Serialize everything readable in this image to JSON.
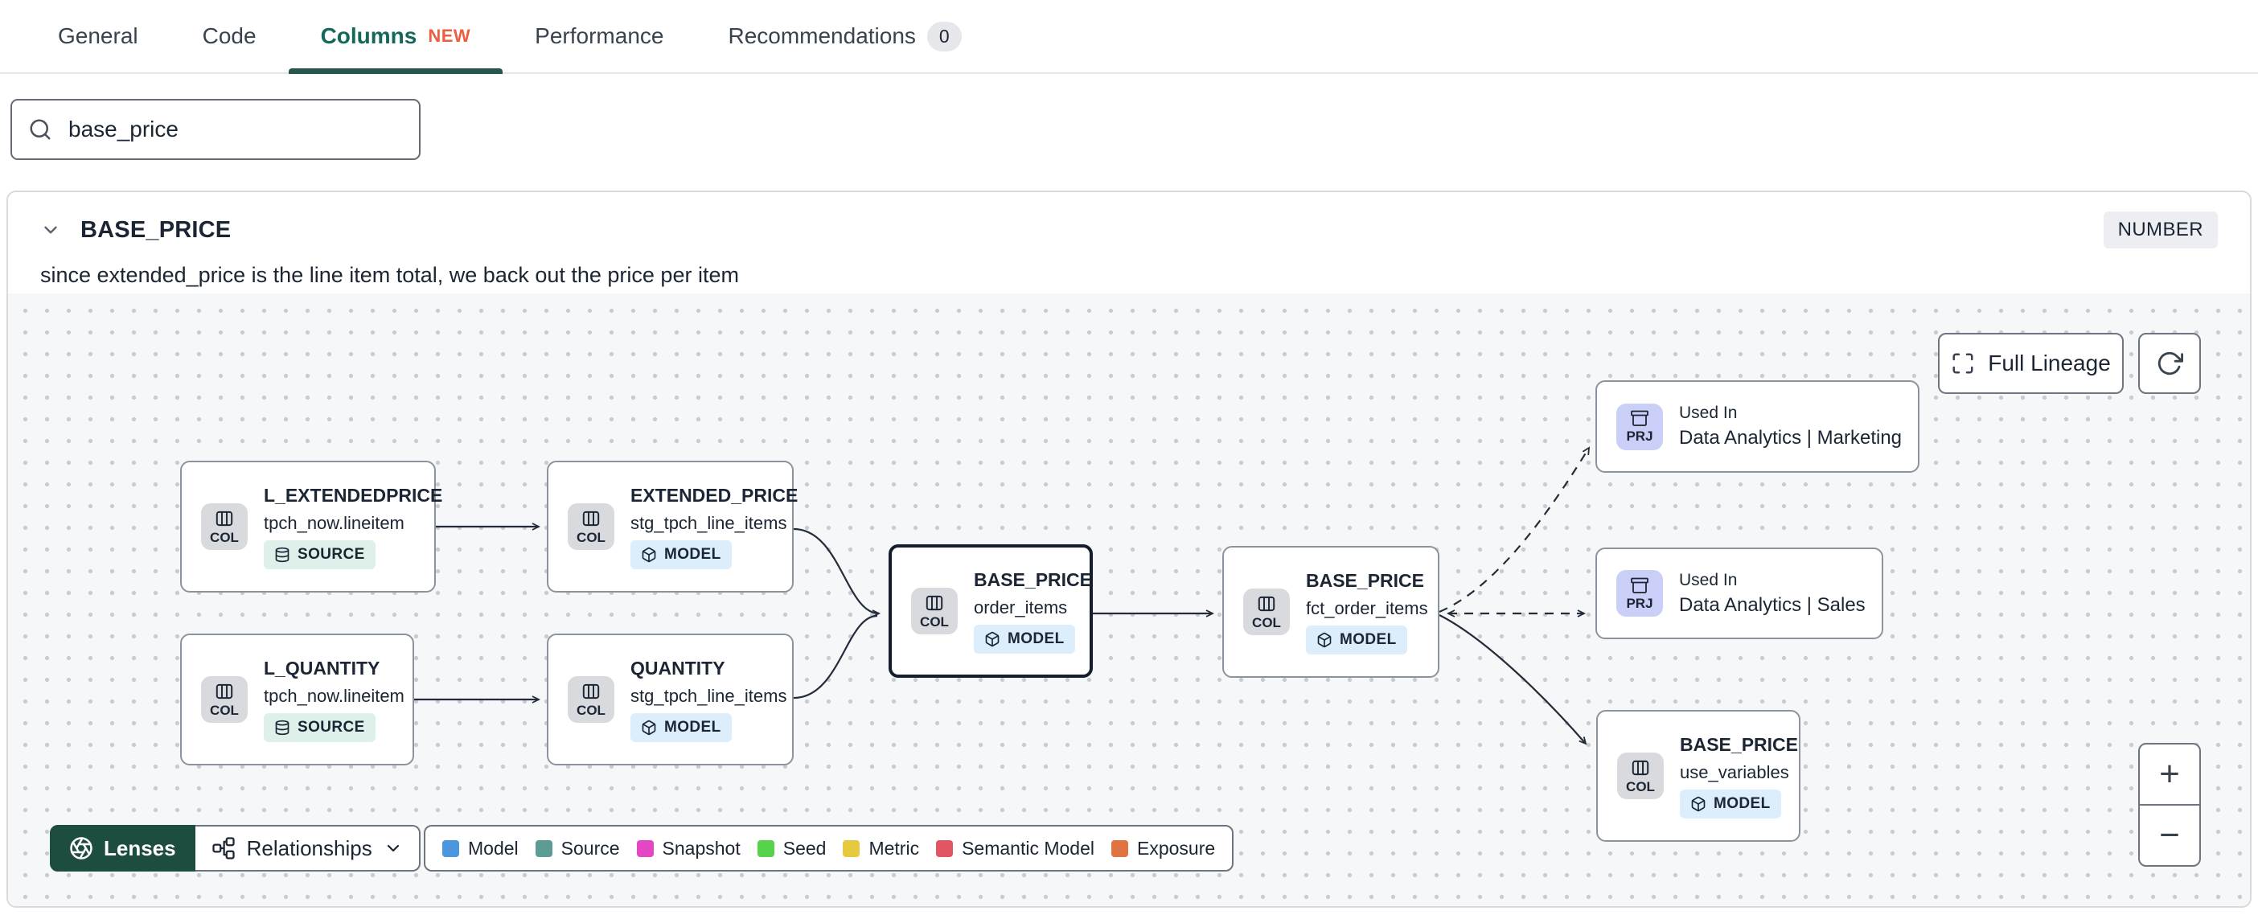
{
  "tab_bar": {
    "tabs": [
      {
        "label": "General"
      },
      {
        "label": "Code"
      },
      {
        "label": "Columns",
        "new_badge": "NEW",
        "active": true
      },
      {
        "label": "Performance"
      },
      {
        "label": "Recommendations",
        "count_badge": "0"
      }
    ]
  },
  "search": {
    "value": "base_price"
  },
  "column_panel": {
    "name": "BASE_PRICE",
    "data_type": "NUMBER",
    "description": "since extended_price is the line item total, we back out the price per item"
  },
  "lineage": {
    "controls": {
      "full_lineage": "Full Lineage",
      "zoom_in": "+",
      "zoom_out": "−"
    },
    "toolbar": {
      "lenses": "Lenses",
      "relationships": "Relationships"
    },
    "legend": [
      {
        "label": "Model",
        "color": "#4a97e0"
      },
      {
        "label": "Source",
        "color": "#5d9b95"
      },
      {
        "label": "Snapshot",
        "color": "#e446c4"
      },
      {
        "label": "Seed",
        "color": "#56d24b"
      },
      {
        "label": "Metric",
        "color": "#e7c93f"
      },
      {
        "label": "Semantic Model",
        "color": "#e25563"
      },
      {
        "label": "Exposure",
        "color": "#e0733f"
      }
    ],
    "nodes": [
      {
        "chip": "COL",
        "title": "L_EXTENDEDPRICE",
        "subtitle": "tpch_now.lineitem",
        "badge": "SOURCE"
      },
      {
        "chip": "COL",
        "title": "EXTENDED_PRICE",
        "subtitle": "stg_tpch_line_items",
        "badge": "MODEL"
      },
      {
        "chip": "COL",
        "title": "L_QUANTITY",
        "subtitle": "tpch_now.lineitem",
        "badge": "SOURCE"
      },
      {
        "chip": "COL",
        "title": "QUANTITY",
        "subtitle": "stg_tpch_line_items",
        "badge": "MODEL"
      },
      {
        "chip": "COL",
        "title": "BASE_PRICE",
        "subtitle": "order_items",
        "badge": "MODEL",
        "selected": true
      },
      {
        "chip": "COL",
        "title": "BASE_PRICE",
        "subtitle": "fct_order_items",
        "badge": "MODEL"
      },
      {
        "chip": "PRJ",
        "title": "Used In",
        "subtitle": "Data Analytics | Marketing"
      },
      {
        "chip": "PRJ",
        "title": "Used In",
        "subtitle": "Data Analytics | Sales"
      },
      {
        "chip": "COL",
        "title": "BASE_PRICE",
        "subtitle": "use_variables",
        "badge": "MODEL"
      }
    ],
    "colors": {
      "accent_teal": "#14685a",
      "tab_underline": "#26574d",
      "new_badge_orange": "#ed5e40",
      "lenses_green": "#1d4c40",
      "source_badge_bg": "#ddf0ea",
      "model_badge_bg": "#dceefb",
      "col_chip_bg": "#d8dade",
      "prj_chip_bg": "#c9cff7",
      "edge": "#232c3a"
    }
  }
}
